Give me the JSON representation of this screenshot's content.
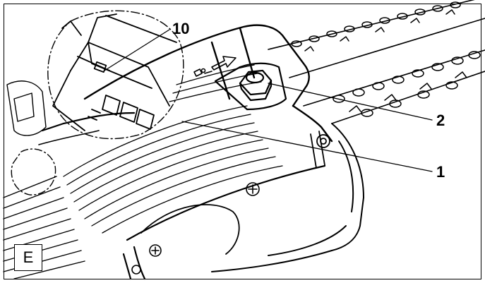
{
  "figure": {
    "figure_label": "E",
    "callouts": [
      {
        "id": "c10",
        "text": "10"
      },
      {
        "id": "c2",
        "text": "2"
      },
      {
        "id": "c1",
        "text": "1"
      }
    ]
  }
}
